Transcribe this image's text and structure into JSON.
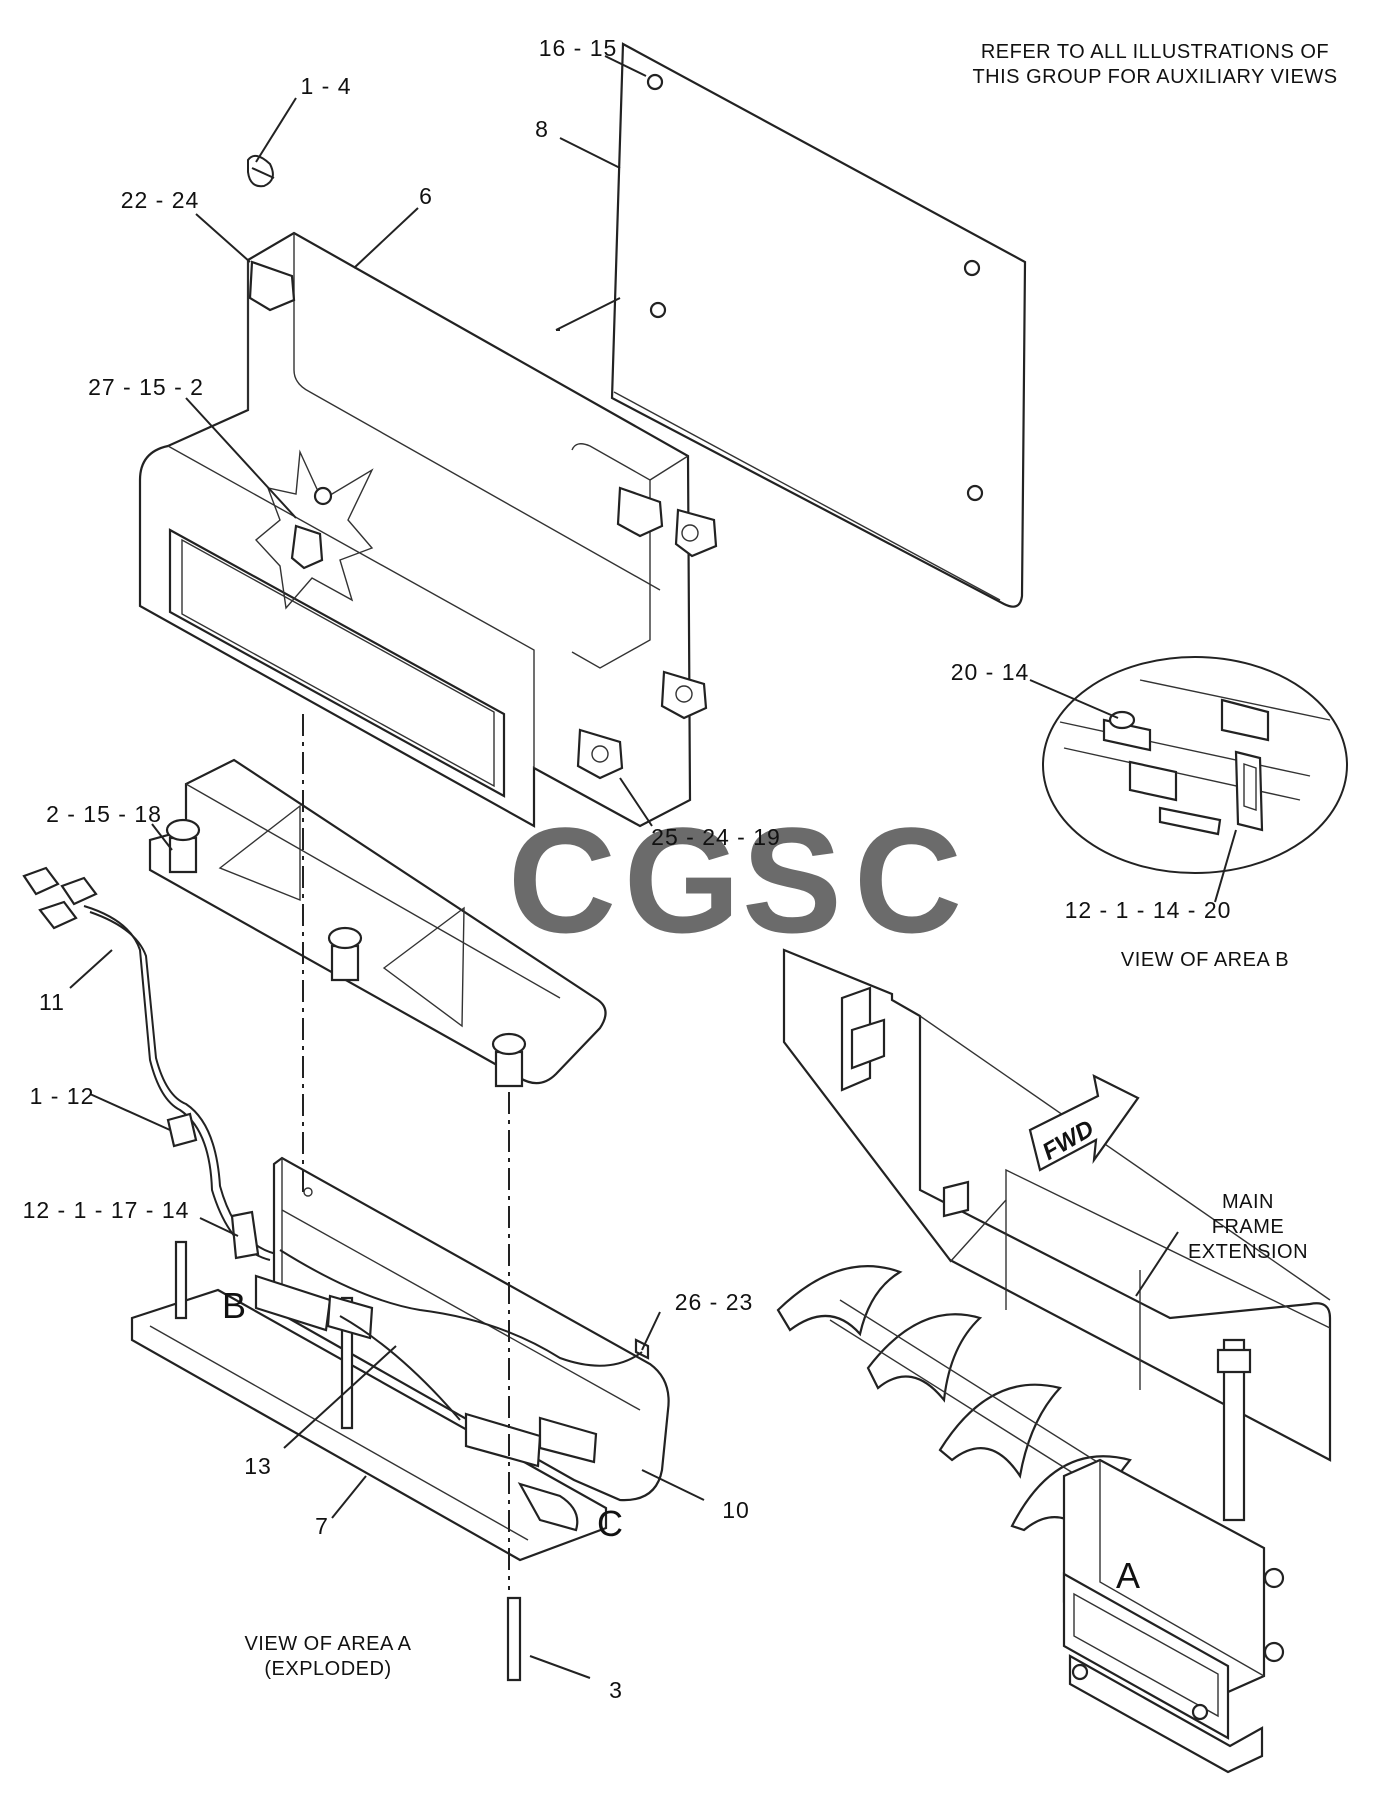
{
  "notes": {
    "refer_line1": "REFER TO ALL ILLUSTRATIONS OF",
    "refer_line2": "THIS GROUP FOR AUXILIARY VIEWS",
    "view_b": "VIEW OF AREA  B",
    "view_a_line1": "VIEW OF AREA  A",
    "view_a_line2": "(EXPLODED)",
    "main_frame_1": "MAIN",
    "main_frame_2": "FRAME",
    "main_frame_3": "EXTENSION",
    "fwd": "FWD"
  },
  "callouts": {
    "c16_15": "16 - 15",
    "c1_4": "1 - 4",
    "c8": "8",
    "c22_24": "22 - 24",
    "c6": "6",
    "c27_15_2": "27 - 15 - 2",
    "c20_14": "20 - 14",
    "c25_24_19": "25 - 24 - 19",
    "c2_15_18": "2 - 15 - 18",
    "c12_1_14_20": "12 - 1 - 14 - 20",
    "c11": "11",
    "c1_12": "1 - 12",
    "c12_1_17_14": "12 - 1 - 17 - 14",
    "c26_23": "26 - 23",
    "c13": "13",
    "c10": "10",
    "c7": "7",
    "c3": "3"
  },
  "area_letters": {
    "a": "A",
    "b": "B",
    "c": "C"
  },
  "watermark": {
    "letters": [
      "C",
      "G",
      "S",
      "C"
    ],
    "colors": [
      "#5b8def",
      "#ef6f6c",
      "#f5d04a",
      "#4aa874"
    ]
  }
}
